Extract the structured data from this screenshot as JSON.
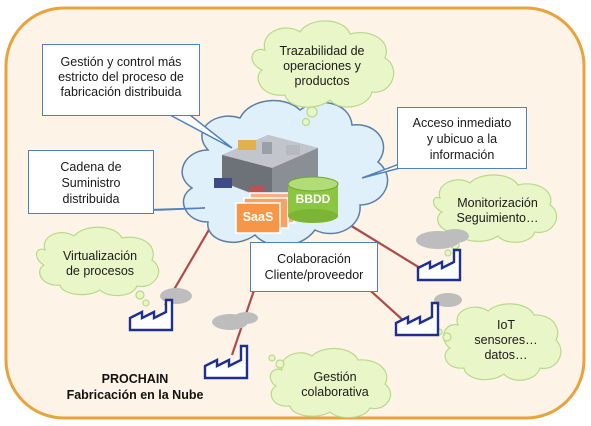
{
  "title": {
    "line1": "PROCHAIN",
    "line2": "Fabricación en la Nube"
  },
  "center": {
    "saas_label": "SaaS",
    "db_label": "BBDD"
  },
  "boxes": {
    "gestion_control": [
      "Gestión y control más",
      "estricto del proceso de",
      "fabricación distribuida"
    ],
    "cadena": [
      "Cadena de",
      "Suministro",
      "distribuida"
    ],
    "acceso": [
      "Acceso inmediato",
      "y ubicuo a la",
      "información"
    ],
    "colaboracion": [
      "Colaboración",
      "Cliente/proveedor"
    ]
  },
  "clouds": {
    "trazabilidad": [
      "Trazabilidad de",
      "operaciones y",
      "productos"
    ],
    "monitorizacion": [
      "Monitorización",
      "Seguimiento…"
    ],
    "virtualizacion": [
      "Virtualización",
      "de procesos"
    ],
    "iot": [
      "IoT",
      "sensores…",
      "datos…"
    ],
    "gestion_colab": [
      "Gestión",
      "colaborativa"
    ]
  },
  "colors": {
    "frame_border": "#e8a33d",
    "frame_fill": "#fdf3e7",
    "callout_border": "#4f81bd",
    "thought_cloud": "#e9f7c8",
    "thought_border": "#b9d98a",
    "main_cloud": "#dff0fb",
    "connector": "#b04a4a",
    "saas": "#f79646",
    "db": "#8cc641",
    "factory": "#1f2f8f"
  }
}
